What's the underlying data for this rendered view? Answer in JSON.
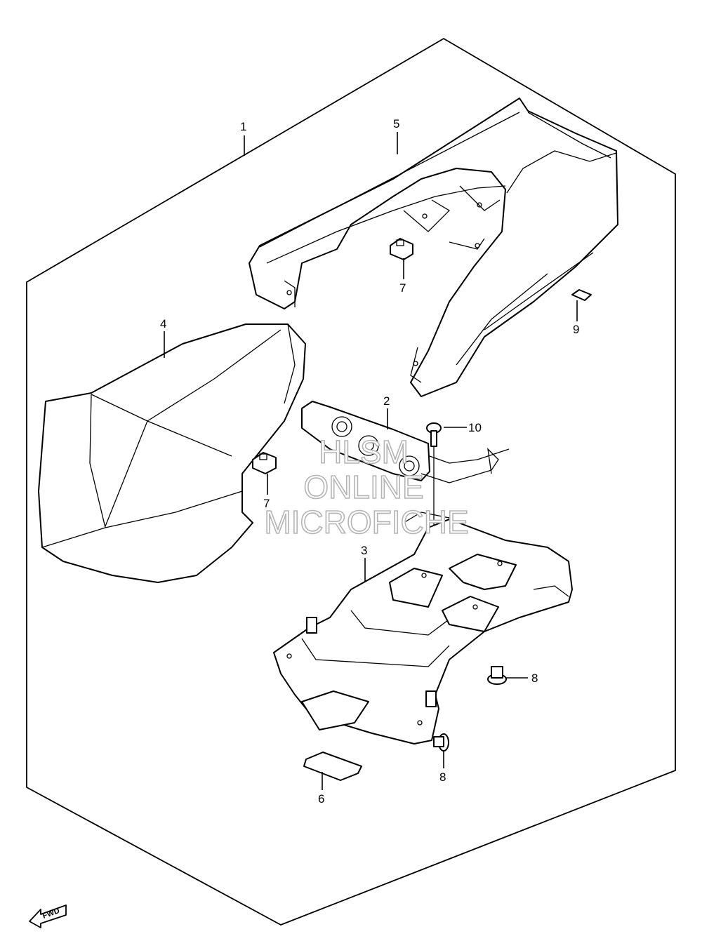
{
  "callouts": {
    "c1": "1",
    "c2": "2",
    "c3": "3",
    "c4": "4",
    "c5": "5",
    "c6": "6",
    "c7a": "7",
    "c7b": "7",
    "c8a": "8",
    "c8b": "8",
    "c9": "9",
    "c10": "10"
  },
  "watermark": {
    "line1": "HLSM",
    "line2": "ONLINE",
    "line3": "MICROFICHE"
  },
  "fwd_label": "FWD"
}
